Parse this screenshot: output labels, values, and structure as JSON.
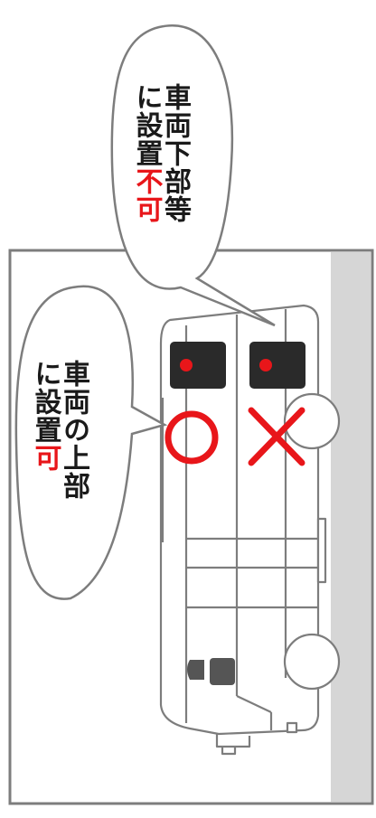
{
  "colors": {
    "outline": "#7d7d7d",
    "ground": "#d6d6d6",
    "lamp_body": "#2a2a2a",
    "lamp_dot": "#e8161a",
    "mark_red": "#e8161a",
    "text": "#1a1a1a"
  },
  "icons": {
    "ok_mark": "circle-icon",
    "ng_mark": "cross-icon",
    "driver": "driver-figure-icon"
  },
  "top_bubble": {
    "line1": "車両下部等",
    "line2_prefix": "に設置",
    "line2_accent": "不可"
  },
  "left_bubble": {
    "line1": "車両の上部",
    "line2_prefix": "に設置",
    "line2_accent": "可"
  }
}
